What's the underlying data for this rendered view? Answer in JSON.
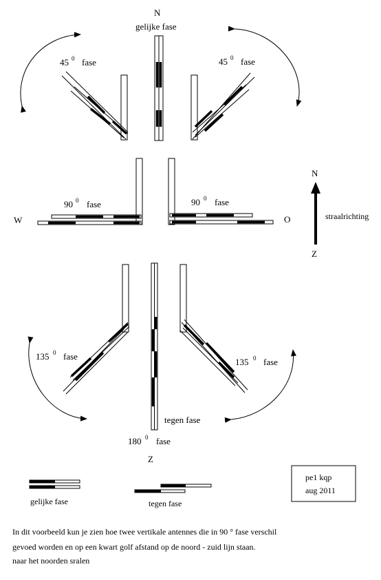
{
  "compass": {
    "north": "N",
    "south": "Z",
    "west": "W",
    "east": "O"
  },
  "labels": {
    "gelijke_fase_top": "gelijke fase",
    "deg45_left": "45",
    "deg45_right": "45",
    "fase": "fase",
    "deg90_left": "90",
    "deg90_right": "90",
    "deg135_left": "135",
    "deg135_right": "135",
    "deg180": "180",
    "tegen_fase_bottom": "tegen fase",
    "degree_mark": "0"
  },
  "direction": {
    "north": "N",
    "south": "Z",
    "label": "straalrichting"
  },
  "legend": {
    "gelijke_fase": "gelijke fase",
    "tegen_fase": "tegen fase"
  },
  "callsign": {
    "line1": "pe1 kqp",
    "line2": "aug 2011"
  },
  "description": [
    "In dit voorbeeld kun je zien hoe twee vertikale antennes die in 90 ° fase verschil",
    "gevoed worden en op een kwart golf afstand op de noord - zuid lijn staan.",
    "naar het noorden sralen"
  ]
}
